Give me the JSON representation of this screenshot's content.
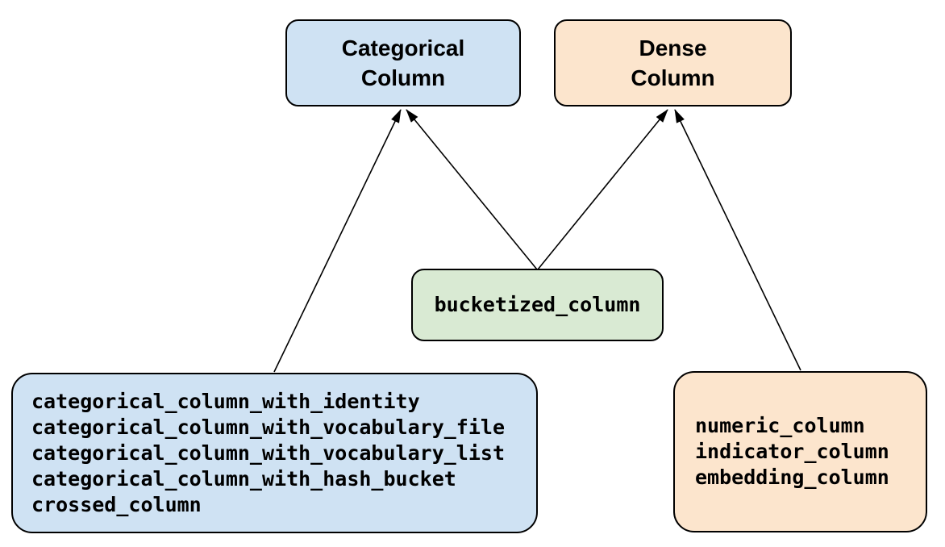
{
  "diagram": {
    "nodes": {
      "categorical": {
        "lines": [
          "Categorical",
          "Column"
        ],
        "fill": "#cfe2f3"
      },
      "dense": {
        "lines": [
          "Dense",
          "Column"
        ],
        "fill": "#fce5cd"
      },
      "bucketized": {
        "lines": [
          "bucketized_column"
        ],
        "fill": "#d9ead3"
      },
      "categorical_apis": {
        "lines": [
          "categorical_column_with_identity",
          "categorical_column_with_vocabulary_file",
          "categorical_column_with_vocabulary_list",
          "categorical_column_with_hash_bucket",
          "crossed_column"
        ],
        "fill": "#cfe2f3"
      },
      "dense_apis": {
        "lines": [
          "numeric_column",
          "indicator_column",
          "embedding_column"
        ],
        "fill": "#fce5cd"
      }
    },
    "edges": [
      {
        "from": "categorical_apis",
        "to": "categorical"
      },
      {
        "from": "bucketized",
        "to": "categorical"
      },
      {
        "from": "bucketized",
        "to": "dense"
      },
      {
        "from": "dense_apis",
        "to": "dense"
      }
    ],
    "colors": {
      "border": "#000000",
      "arrow": "#000000",
      "background": "#ffffff"
    }
  }
}
